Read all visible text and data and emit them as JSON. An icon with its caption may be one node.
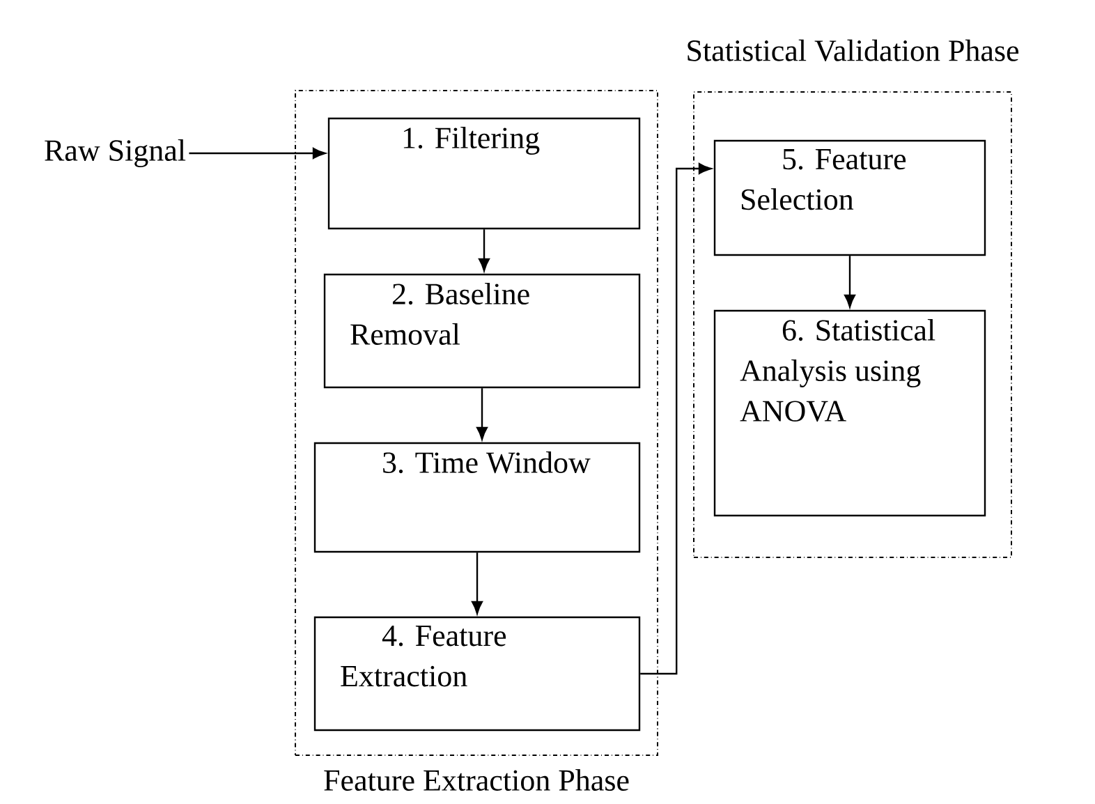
{
  "diagram": {
    "nodes": [
      {
        "text": [
          "Feature Extraction Phase"
        ]
      },
      {
        "text": [
          "Statistical Validation Phase"
        ]
      },
      {
        "text": [
          "Raw Signal"
        ]
      },
      {
        "text": [
          "1. Filtering"
        ],
        "in": 0
      },
      {
        "text": [
          "2. Baseline Removal"
        ],
        "in": 0
      },
      {
        "text": [
          "3. Time Window"
        ],
        "in": 0
      },
      {
        "text": [
          "4. Feature Extraction"
        ],
        "in": 0
      },
      {
        "text": [
          "5. Feature Selection"
        ],
        "in": 1
      },
      {
        "text": [
          "6. Statistical Analysis using ANOVA"
        ],
        "in": 1
      }
    ],
    "edges": [
      {
        "from": 2,
        "to": 3,
        "arrow": "to"
      },
      {
        "from": 3,
        "to": 4,
        "arrow": "to"
      },
      {
        "from": 4,
        "to": 5,
        "arrow": "to"
      },
      {
        "from": 5,
        "to": 6,
        "arrow": "to"
      },
      {
        "from": 6,
        "to": 7,
        "arrow": "to"
      },
      {
        "from": 7,
        "to": 8,
        "arrow": "to"
      }
    ]
  }
}
